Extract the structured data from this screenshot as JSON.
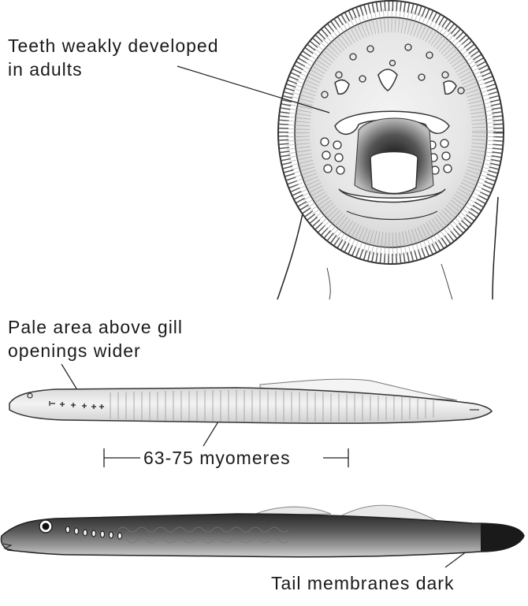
{
  "annotations": {
    "teeth_line1": "Teeth weakly developed",
    "teeth_line2": "in adults",
    "pale_line1": "Pale area above gill",
    "pale_line2": "openings wider",
    "myomeres": "63-75 myomeres",
    "tail": "Tail membranes dark"
  }
}
